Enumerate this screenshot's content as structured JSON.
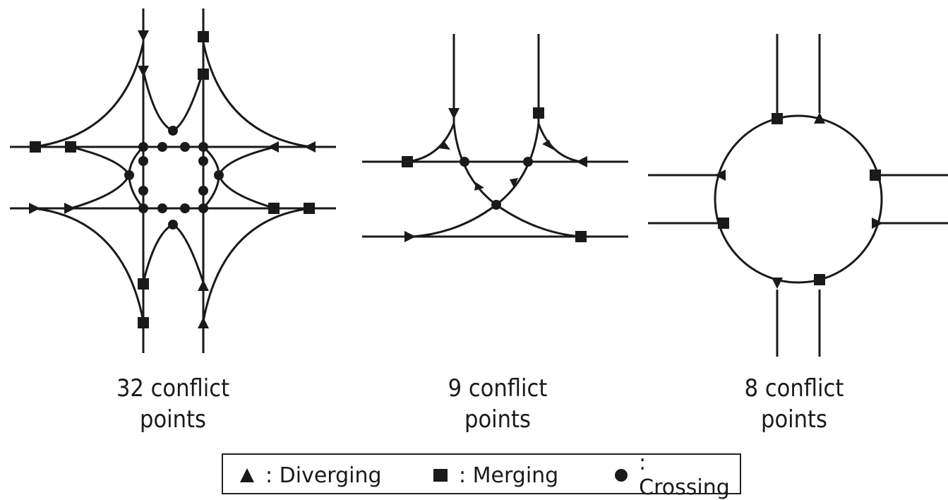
{
  "diagrams": [
    {
      "id": "four-leg-intersection",
      "caption_line1": "32 conflict",
      "caption_line2": "points"
    },
    {
      "id": "t-intersection",
      "caption_line1": "9 conflict",
      "caption_line2": "points"
    },
    {
      "id": "roundabout",
      "caption_line1": "8 conflict",
      "caption_line2": "points"
    }
  ],
  "legend": {
    "diverging_label": ": Diverging",
    "merging_label": ": Merging",
    "crossing_label": ": Crossing"
  },
  "colors": {
    "ink": "#1a1a1a",
    "background": "#ffffff"
  }
}
